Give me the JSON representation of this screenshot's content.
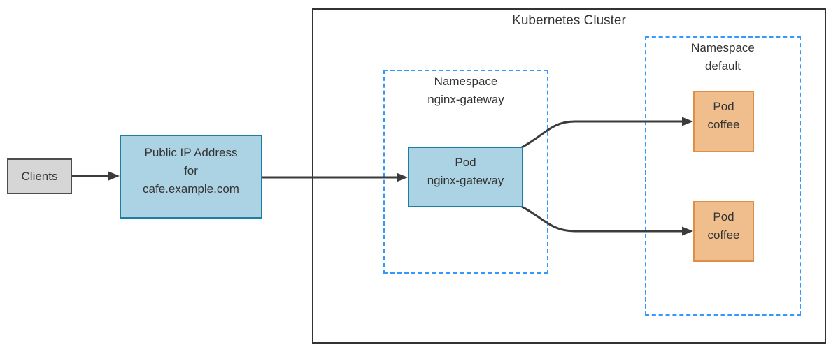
{
  "colors": {
    "box_gray_fill": "#D6D6D6",
    "box_gray_border": "#4D4D4D",
    "box_blue_fill": "#ABD3E3",
    "box_blue_border": "#1B7EA6",
    "box_orange_fill": "#F0BE8D",
    "box_orange_border": "#DE8F44",
    "dashed_border": "#3399FF",
    "cluster_border": "#333333",
    "arrow": "#3B3B3B",
    "text": "#333333"
  },
  "nodes": {
    "clients": {
      "label": "Clients"
    },
    "public_ip": {
      "label": "Public IP Address\nfor\ncafe.example.com"
    },
    "pod_gateway": {
      "label": "Pod\nnginx-gateway"
    },
    "pod_coffee_1": {
      "label": "Pod\ncoffee"
    },
    "pod_coffee_2": {
      "label": "Pod\ncoffee"
    }
  },
  "groups": {
    "cluster": {
      "title": "Kubernetes Cluster"
    },
    "ns_gateway": {
      "label": "Namespace\nnginx-gateway"
    },
    "ns_default": {
      "label": "Namespace\ndefault"
    }
  }
}
